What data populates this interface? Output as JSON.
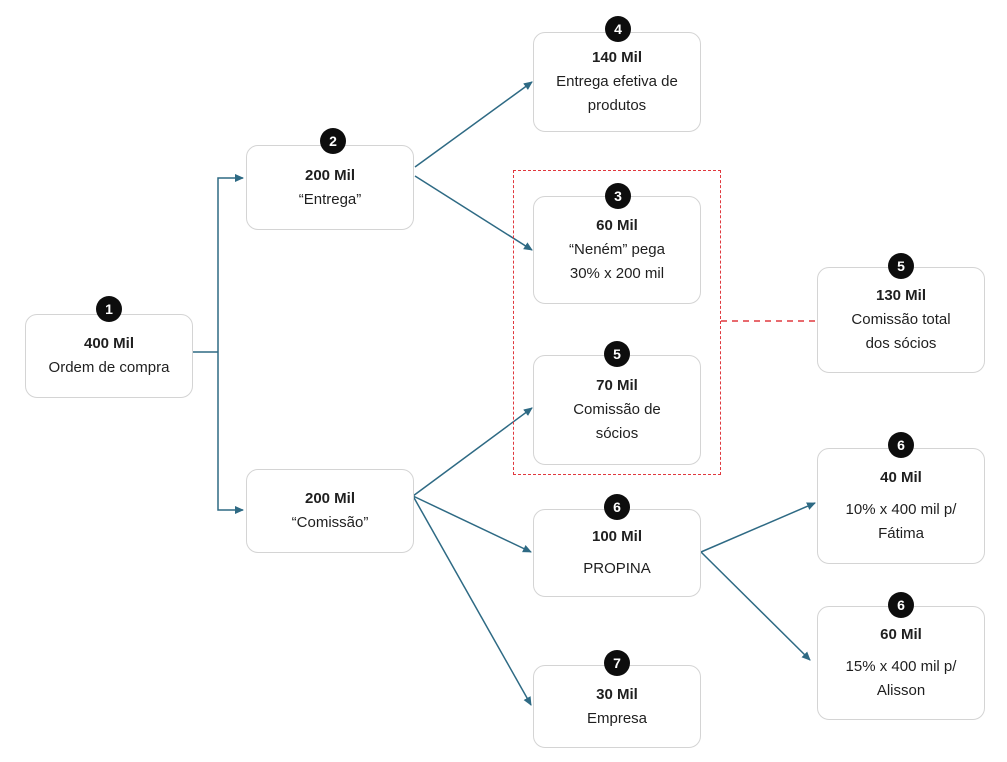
{
  "nodes": {
    "n400": {
      "badge": "1",
      "amount": "400 Mil",
      "desc": "Ordem de compra"
    },
    "n200e": {
      "badge": "2",
      "amount": "200 Mil",
      "desc": "“Entrega”"
    },
    "n200c": {
      "badge": "",
      "amount": "200 Mil",
      "desc": "“Comissão”"
    },
    "n140": {
      "badge": "4",
      "amount": "140 Mil",
      "desc": "Entrega efetiva de\nprodutos"
    },
    "n60nen": {
      "badge": "3",
      "amount": "60 Mil",
      "desc": "“Neném” pega\n30% x 200 mil"
    },
    "n70": {
      "badge": "5",
      "amount": "70 Mil",
      "desc": "Comissão de\nsócios"
    },
    "n130": {
      "badge": "5",
      "amount": "130 Mil",
      "desc": "Comissão total\ndos sócios"
    },
    "n100": {
      "badge": "6",
      "amount": "100 Mil",
      "desc": "PROPINA"
    },
    "n30": {
      "badge": "7",
      "amount": "30 Mil",
      "desc": "Empresa"
    },
    "n40": {
      "badge": "6",
      "amount": "40 Mil",
      "desc": "10% x 400 mil p/\nFátima"
    },
    "n60al": {
      "badge": "6",
      "amount": "60 Mil",
      "desc": "15% x 400 mil p/\nAlisson"
    }
  },
  "colors": {
    "arrow": "#2e6a84",
    "dashed": "#e0383e",
    "badge": "#0d0d0d",
    "border": "#d4d4d4"
  }
}
